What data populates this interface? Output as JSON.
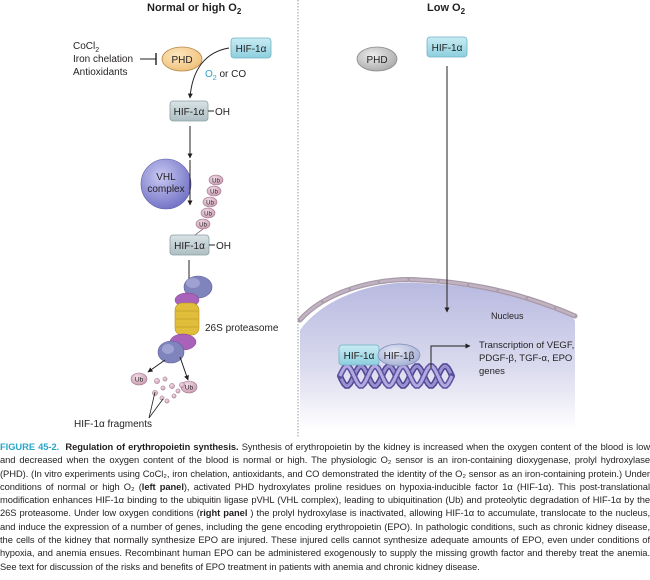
{
  "left_panel": {
    "title": "Normal or high O",
    "title_sub": "2",
    "inhibitors": [
      "CoCl",
      "Iron chelation",
      "Antioxidants"
    ],
    "inhibitor_sub": "2",
    "phd_label": "PHD",
    "hif_label": "HIF-1α",
    "o2_label": "O",
    "o2_sub": "2",
    "o2_rest": " or CO",
    "hif_oh_label": "HIF-1α",
    "oh_label": "OH",
    "vhl_line1": "VHL",
    "vhl_line2": "complex",
    "ub_label": "Ub",
    "hif_oh2_label": "HIF-1α",
    "oh2_label": "OH",
    "proteasome_label": "26S proteasome",
    "fragments_label": "HIF-1α fragments"
  },
  "right_panel": {
    "title": "Low O",
    "title_sub": "2",
    "phd_label": "PHD",
    "hif_label": "HIF-1α",
    "nucleus_label": "Nucleus",
    "hif_a_label": "HIF-1α",
    "hif_b_label": "HIF-1β",
    "transcription_lines": [
      "Transcription of VEGF,",
      "PDGF-β, TGF-α, EPO",
      "genes"
    ]
  },
  "colors": {
    "hif_box": "#a9dbe6",
    "hif_oh_box": "#c5d4d7",
    "phd_active": "#f7d59c",
    "phd_inactive": "#c8c8c8",
    "vhl": "#8f8fd6",
    "ub": "#d8b4c4",
    "proteasome_gold": "#e2bf3c",
    "proteasome_purple": "#a564b8",
    "proteasome_blue": "#7f83b8",
    "nucleus": "#c7c7e4",
    "dna": "#6a5fa8",
    "accent_blue": "#2aa4c8"
  },
  "caption": {
    "figure_number": "FIGURE 45-2.",
    "figure_title": "Regulation of erythropoietin synthesis.",
    "p1": " Synthesis of erythropoietin by the kidney is increased when the oxygen content of the blood is low and decreased when the oxygen content of the blood is normal or high. The physiologic O₂ sensor is an iron-containing dioxygenase, prolyl hydroxylase (PHD). (In vitro experiments using CoCl₂, iron chelation, antioxidants, and CO demonstrated the identity of the O₂ sensor as an iron-containing protein.) Under conditions of normal or high O₂ (",
    "left_panel": "left panel",
    "p2": "), activated PHD hydroxylates proline residues on hypoxia-inducible factor 1α (HIF-1α). This post-translational modification enhances HIF-1α binding to the ubiquitin ligase pVHL (VHL complex), leading to ubiquitination (Ub) and proteolytic degradation of HIF-1α by the 26S proteasome. Under low oxygen conditions (",
    "right_panel": "right panel",
    "p3": " ) the prolyl hydroxylase is inactivated, allowing HIF-1α to accumulate, translocate to the nucleus, and induce the expression of a number of genes, including the gene encoding erythropoietin (EPO). In pathologic conditions, such as chronic kidney disease, the cells of the kidney that normally synthesize EPO are injured. These injured cells cannot synthesize adequate amounts of EPO, even under conditions of hypoxia, and anemia ensues. Recombinant human EPO can be administered exogenously to supply the missing growth factor and thereby treat the anemia. See text for discussion of the risks and benefits of EPO treatment in patients with anemia and chronic kidney disease."
  }
}
